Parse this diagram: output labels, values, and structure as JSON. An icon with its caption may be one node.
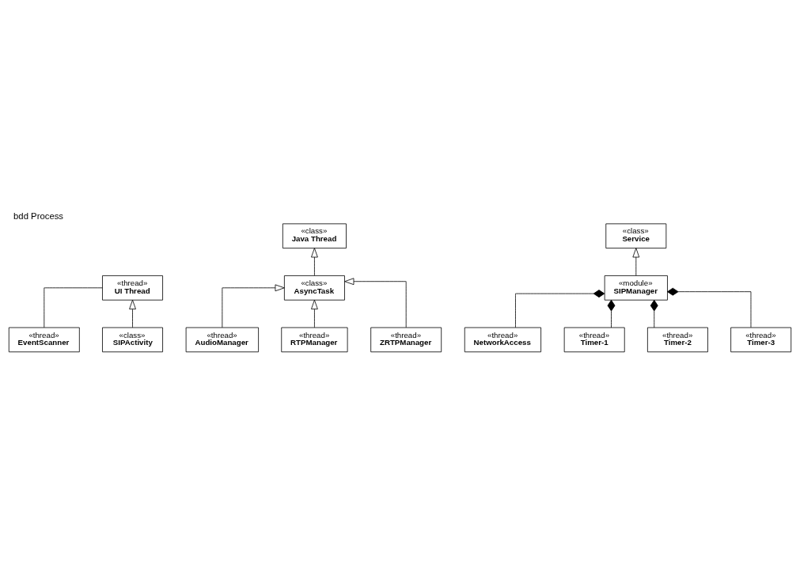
{
  "diagram": {
    "title": "bdd Process",
    "nodes": [
      {
        "text": [
          "«thread»",
          "UI Thread"
        ]
      },
      {
        "text": [
          "«class»",
          "Java Thread"
        ]
      },
      {
        "text": [
          "«class»",
          "Service"
        ]
      },
      {
        "text": [
          "«class»",
          "SIPActivity"
        ]
      },
      {
        "text": [
          "«class»",
          "AsyncTask"
        ]
      },
      {
        "text": [
          "«module»",
          "SIPManager"
        ]
      },
      {
        "text": [
          "«thread»",
          "EventScanner"
        ]
      },
      {
        "text": [
          "«thread»",
          "AudioManager"
        ]
      },
      {
        "text": [
          "«thread»",
          "RTPManager"
        ]
      },
      {
        "text": [
          "«thread»",
          "ZRTPManager"
        ]
      },
      {
        "text": [
          "«thread»",
          "NetworkAccess"
        ]
      },
      {
        "text": [
          "«thread»",
          "Timer-1"
        ]
      },
      {
        "text": [
          "«thread»",
          "Timer-2"
        ]
      },
      {
        "text": [
          "«thread»",
          "Timer-3"
        ]
      }
    ],
    "edges": [
      {
        "from": 3,
        "to": 0,
        "arrow": "to"
      },
      {
        "from": 4,
        "to": 1,
        "arrow": "to"
      },
      {
        "from": 5,
        "to": 2,
        "arrow": "to"
      },
      {
        "from": 7,
        "to": 4,
        "arrow": "to"
      },
      {
        "from": 8,
        "to": 4,
        "arrow": "to"
      },
      {
        "from": 9,
        "to": 4,
        "arrow": "to"
      },
      {
        "from": 0,
        "to": 6,
        "arrow": "none"
      },
      {
        "from": 5,
        "to": 10,
        "arrow": "other"
      },
      {
        "from": 5,
        "to": 11,
        "arrow": "other"
      },
      {
        "from": 5,
        "to": 12,
        "arrow": "other"
      },
      {
        "from": 5,
        "to": 13,
        "arrow": "other"
      }
    ]
  }
}
